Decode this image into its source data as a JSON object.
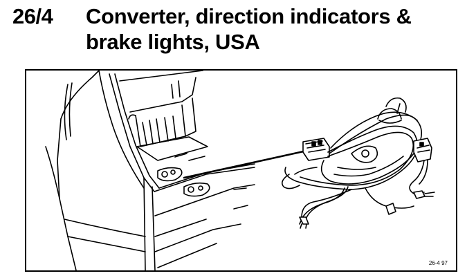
{
  "heading": {
    "section_number": "26/4",
    "title_line_1": "Converter, direction indicators &",
    "title_line_2": "brake lights, USA"
  },
  "figure": {
    "code": "26-4 97",
    "illustration_subject": "vehicle rear cargo area with wiring harness converter",
    "line_color": "#000000",
    "background_color": "#ffffff"
  }
}
